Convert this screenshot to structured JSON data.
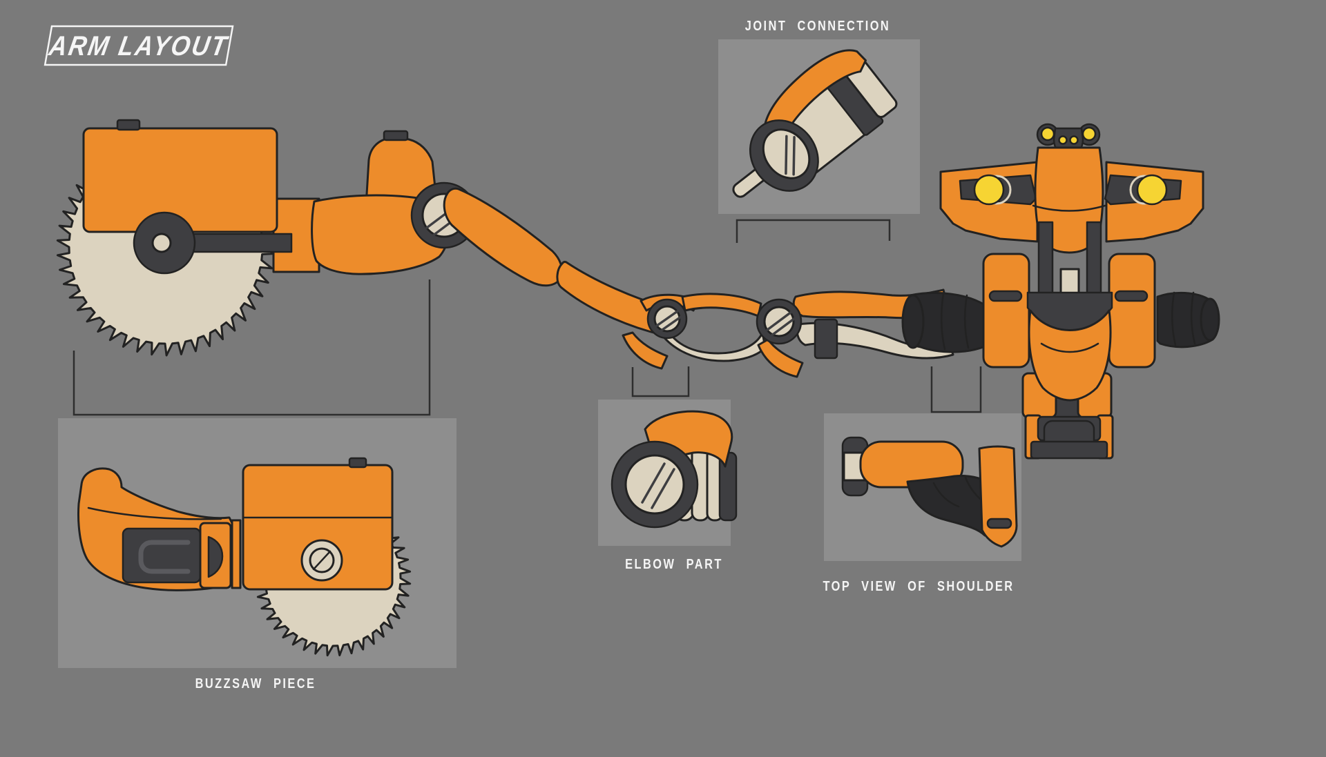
{
  "title": {
    "label": "ARM LAYOUT"
  },
  "callouts": {
    "joint_connection": {
      "label": "JOINT CONNECTION"
    },
    "elbow": {
      "label": "ELBOW PART"
    },
    "shoulder": {
      "label": "TOP VIEW OF SHOULDER"
    },
    "buzzsaw": {
      "label": "BUZZSAW PIECE"
    }
  },
  "colors": {
    "background": "#7a7a7a",
    "panel": "#8e8e8e",
    "orange": "#ed8c2b",
    "cream": "#dcd3bf",
    "dark_metal": "#3e3e41",
    "black_rubber": "#29292b",
    "outline": "#222222",
    "accent_yellow": "#f6d433",
    "connector_line": "#2e2e2e",
    "label_text": "#f5f5f5"
  }
}
